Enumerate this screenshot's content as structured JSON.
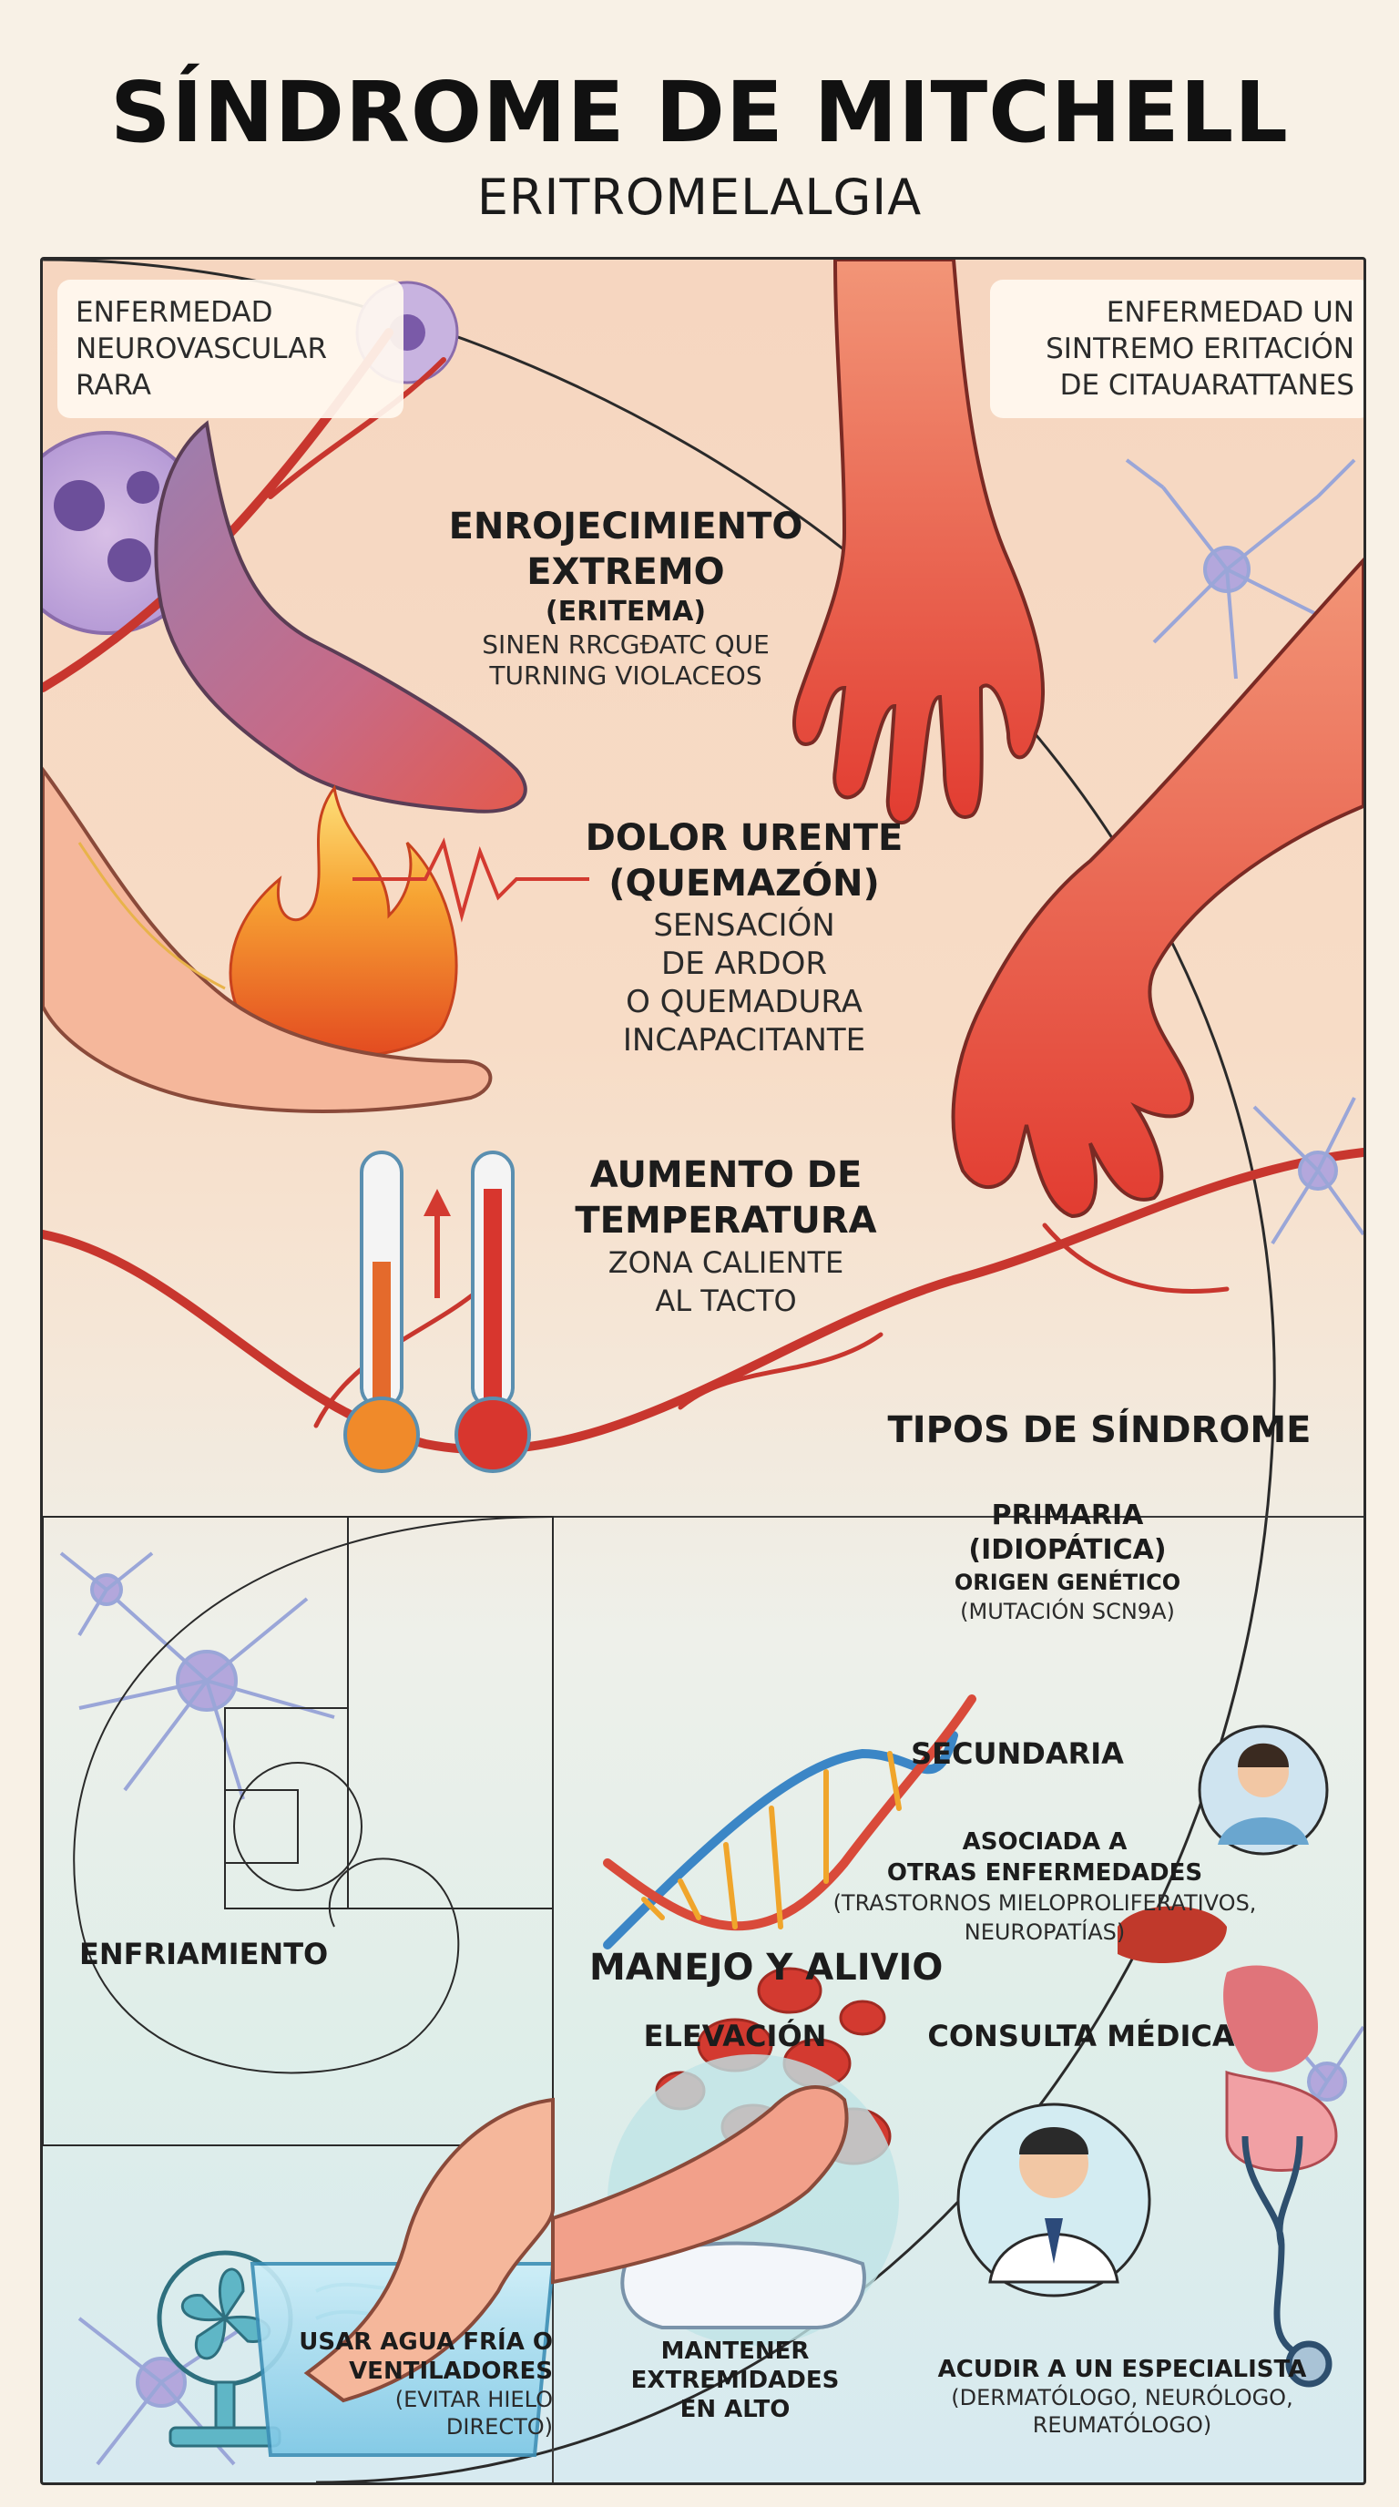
{
  "header": {
    "title": "SÍNDROME DE MITCHELL",
    "subtitle": "ERITROMELALGIA"
  },
  "notes": {
    "left": "ENFERMEDAD NEUROVASCULAR RARA",
    "right": "ENFERMEDAD UN SINTREMO ERITACIÓN DE CITAUARATTANES"
  },
  "symptoms": [
    {
      "title_1": "ENROJECIMIENTO",
      "title_2": "EXTREMO",
      "subtitle": "(ERITEMA)",
      "body_1": "SINEN RRCGÐATC QUE",
      "body_2": "TURNING VIOLACEOS"
    },
    {
      "title_1": "DOLOR URENTE",
      "title_2": "(QUEMAZÓN)",
      "body_1": "SENSACIÓN",
      "body_2": "DE ARDOR",
      "body_3": "O QUEMADURA",
      "body_4": "INCAPACITANTE"
    },
    {
      "title_1": "AUMENTO DE",
      "title_2": "TEMPERATURA",
      "body_1": "ZONA CALIENTE",
      "body_2": "AL TACTO"
    }
  ],
  "types": {
    "heading": "TIPOS DE SÍNDROME",
    "primary_1": "PRIMARIA",
    "primary_2": "(IDIOPÁTICA)",
    "primary_3": "ORIGEN GENÉTICO",
    "primary_4": "(MUTACIÓN SCN9A)",
    "secondary": "SECUNDARIA",
    "secondary_1": "ASOCIADA A",
    "secondary_2": "OTRAS ENFERMEDADES",
    "secondary_3": "(TRASTORNOS MIELOPROLIFERATIVOS,",
    "secondary_4": "NEUROPATÍAS)"
  },
  "management": {
    "heading": "MANEJO Y ALIVIO",
    "cooling": "ENFRIAMIENTO",
    "cooling_1": "USAR AGUA FRÍA O",
    "cooling_2": "VENTILADORES",
    "cooling_3": "(EVITAR HIELO",
    "cooling_4": "DIRECTO)",
    "elevation": "ELEVACIÓN",
    "elevation_1": "MANTENER",
    "elevation_2": "EXTREMIDADES",
    "elevation_3": "EN ALTO",
    "consult": "CONSULTA MÉDICA",
    "consult_1": "ACUDIR A UN ESPECIALISTA",
    "consult_2": "(DERMATÓLOGO, NEURÓLOGO,",
    "consult_3": "REUMATÓLOGO)"
  },
  "colors": {
    "skin_red": "#e24b3b",
    "vein": "#c8362e",
    "neuron": "#9b8fd0",
    "dna_blue": "#3b86c6",
    "fire": "#f59a2b"
  },
  "icons": [
    "foot-icon",
    "hand-icon",
    "flame-icon",
    "pulse-icon",
    "thermometer-icon",
    "dna-icon",
    "blood-cell-icon",
    "organs-icon",
    "fan-icon",
    "water-bath-icon",
    "pillow-icon",
    "doctor-icon",
    "stethoscope-icon",
    "person-icon",
    "golden-spiral-icon"
  ]
}
